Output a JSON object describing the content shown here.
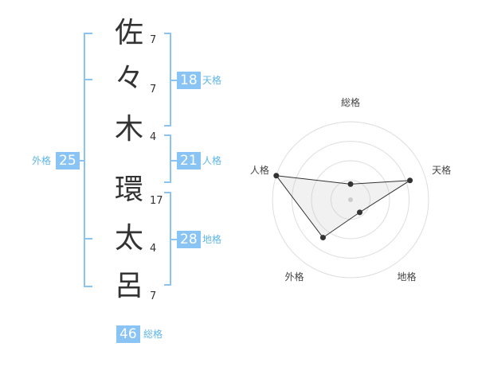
{
  "name_characters": [
    {
      "char": "佐",
      "strokes": "7"
    },
    {
      "char": "々",
      "strokes": "7"
    },
    {
      "char": "木",
      "strokes": "4"
    },
    {
      "char": "環",
      "strokes": "17"
    },
    {
      "char": "太",
      "strokes": "4"
    },
    {
      "char": "呂",
      "strokes": "7"
    }
  ],
  "fortunes": {
    "tenkaku": {
      "value": "18",
      "label": "天格"
    },
    "jinkaku": {
      "value": "21",
      "label": "人格"
    },
    "chikaku": {
      "value": "28",
      "label": "地格"
    },
    "gaikaku": {
      "value": "25",
      "label": "外格"
    },
    "soukaku": {
      "value": "46",
      "label": "総格"
    }
  },
  "colors": {
    "accent": "#89c4f4",
    "accent_text": "#5fb6e8",
    "bracket": "#89c4f4"
  },
  "chart_data": {
    "type": "radar",
    "axes": [
      "総格",
      "天格",
      "地格",
      "外格",
      "人格"
    ],
    "values": [
      1,
      4,
      1,
      3,
      5
    ],
    "range": [
      0,
      5
    ],
    "grid_rings": 4
  }
}
